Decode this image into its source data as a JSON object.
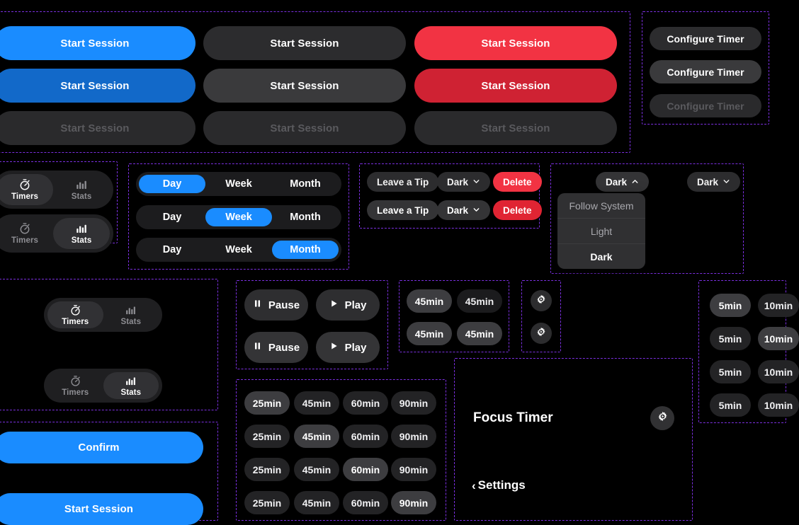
{
  "meta": {
    "background": "#000000",
    "annotation_border_color": "#7b2fe0",
    "accent_blue": "#1a8cff",
    "accent_blue_pressed": "#1269c9",
    "accent_red": "#f23343",
    "accent_red_pressed": "#cf2233",
    "neutral_surface": "#2c2c2e",
    "disabled_text": "#5a5a5e"
  },
  "primary_buttons": {
    "blue": [
      {
        "label": "Start Session",
        "state": "default"
      },
      {
        "label": "Start Session",
        "state": "pressed"
      },
      {
        "label": "Start Session",
        "state": "disabled"
      }
    ],
    "neutral": [
      {
        "label": "Start Session",
        "state": "default"
      },
      {
        "label": "Start Session",
        "state": "pressed"
      },
      {
        "label": "Start Session",
        "state": "disabled"
      }
    ],
    "destructive": [
      {
        "label": "Start Session",
        "state": "default"
      },
      {
        "label": "Start Session",
        "state": "pressed"
      },
      {
        "label": "Start Session",
        "state": "disabled"
      }
    ]
  },
  "configure_buttons": [
    {
      "label": "Configure Timer",
      "state": "default"
    },
    {
      "label": "Configure Timer",
      "state": "pressed"
    },
    {
      "label": "Configure Timer",
      "state": "disabled"
    }
  ],
  "tab_bars": [
    {
      "items": [
        {
          "label": "Timers",
          "icon": "stopwatch-icon",
          "active": true
        },
        {
          "label": "Stats",
          "icon": "bar-chart-icon",
          "active": false
        }
      ]
    },
    {
      "items": [
        {
          "label": "Timers",
          "icon": "stopwatch-icon",
          "active": false
        },
        {
          "label": "Stats",
          "icon": "bar-chart-icon",
          "active": true
        }
      ]
    }
  ],
  "tab_bars_large": [
    {
      "items": [
        {
          "label": "Timers",
          "icon": "stopwatch-icon",
          "active": true
        },
        {
          "label": "Stats",
          "icon": "bar-chart-icon",
          "active": false
        }
      ]
    },
    {
      "items": [
        {
          "label": "Timers",
          "icon": "stopwatch-icon",
          "active": false
        },
        {
          "label": "Stats",
          "icon": "bar-chart-icon",
          "active": true
        }
      ]
    }
  ],
  "segmented_controls": {
    "options": [
      "Day",
      "Week",
      "Month"
    ],
    "rows": [
      {
        "selected": "Day"
      },
      {
        "selected": "Week"
      },
      {
        "selected": "Month"
      }
    ]
  },
  "settings_rows": [
    {
      "tip_label": "Leave a Tip",
      "theme_label": "Dark",
      "theme_chevron": "chevron-down-icon",
      "delete_label": "Delete",
      "state": "default"
    },
    {
      "tip_label": "Leave a Tip",
      "theme_label": "Dark",
      "theme_chevron": "chevron-down-icon",
      "delete_label": "Delete",
      "state": "pressed"
    }
  ],
  "theme_dropdown": {
    "trigger_open": {
      "label": "Dark",
      "chevron": "chevron-up-icon"
    },
    "trigger_closed": {
      "label": "Dark",
      "chevron": "chevron-down-icon"
    },
    "options": [
      {
        "label": "Follow System",
        "selected": false
      },
      {
        "label": "Light",
        "selected": false
      },
      {
        "label": "Dark",
        "selected": true
      }
    ]
  },
  "media_controls": [
    {
      "pause_label": "Pause",
      "pause_icon": "pause-icon",
      "play_label": "Play",
      "play_icon": "play-icon",
      "state": "default"
    },
    {
      "pause_label": "Pause",
      "pause_icon": "pause-icon",
      "play_label": "Play",
      "play_icon": "play-icon",
      "state": "pressed"
    }
  ],
  "quick_chips": {
    "values": [
      "45min",
      "45min",
      "45min",
      "45min"
    ]
  },
  "gear_buttons": [
    {
      "icon": "gear-icon"
    },
    {
      "icon": "gear-icon"
    }
  ],
  "duration_grid": {
    "columns": [
      "25min",
      "45min",
      "60min",
      "90min"
    ],
    "rows": [
      {
        "selected_index": 0
      },
      {
        "selected_index": 1
      },
      {
        "selected_index": 2
      },
      {
        "selected_index": 3
      }
    ]
  },
  "break_grid": {
    "columns": [
      "5min",
      "10min"
    ],
    "rows": [
      {
        "selected_index": 0
      },
      {
        "selected_index": 1
      },
      {
        "selected_index": -1
      },
      {
        "selected_index": -1
      }
    ]
  },
  "focus_panel": {
    "title": "Focus Timer",
    "gear_icon": "gear-icon",
    "back_label": "Settings",
    "back_icon": "chevron-left-icon"
  },
  "footer_actions": [
    {
      "label": "Confirm",
      "state": "default"
    },
    {
      "label": "Start Session",
      "state": "default"
    }
  ]
}
